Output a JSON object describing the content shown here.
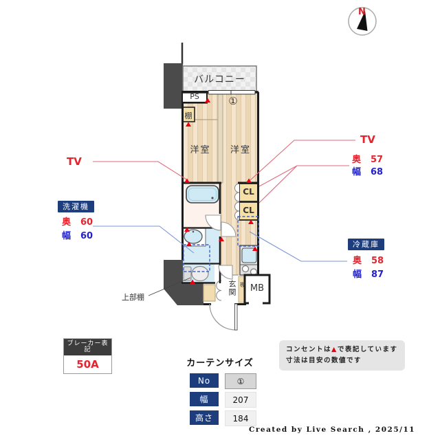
{
  "compass": {
    "north": "N"
  },
  "plan": {
    "balcony": "バルコニー",
    "pipe_space": "PS",
    "window_no": "①",
    "shelf_top": "棚",
    "room_left": "洋室",
    "room_right": "洋室",
    "closet_top": "CL",
    "closet_bottom": "CL",
    "entrance": "玄関",
    "entrance_shelf": "棚",
    "meter_box": "MB",
    "upper_shelf": "上部棚"
  },
  "annotations": {
    "tv_left": {
      "label": "TV"
    },
    "tv_right": {
      "label": "TV",
      "depth_label": "奥",
      "depth": "57",
      "width_label": "幅",
      "width": "68"
    },
    "washer": {
      "title": "洗濯機",
      "depth_label": "奥",
      "depth": "60",
      "width_label": "幅",
      "width": "60"
    },
    "fridge": {
      "title": "冷蔵庫",
      "depth_label": "奥",
      "depth": "58",
      "width_label": "幅",
      "width": "87"
    }
  },
  "breaker": {
    "title": "ブレーカー表記",
    "value": "50A"
  },
  "curtain": {
    "title": "カーテンサイズ",
    "rows": [
      {
        "label": "No",
        "value": "①"
      },
      {
        "label": "幅",
        "value": "207"
      },
      {
        "label": "高さ",
        "value": "184"
      }
    ]
  },
  "notes": {
    "line1_pre": "コンセントは",
    "marker": "▲",
    "line1_post": "で表記しています",
    "line2": "寸法は目安の数値です"
  },
  "credit": "Created by Live Search , 2025/11",
  "colors": {
    "navy": "#1d3d7d",
    "label_red": "#e8232e",
    "label_blue": "#2222cc",
    "outlet_red": "#e60012",
    "wall_dark": "#1c1c1c",
    "neighbor_gray": "#4b4b4b",
    "wood_floor": "#f3e3c9",
    "wet_floor_blue": "#d5ecf7",
    "closet_tan": "#f7e0a6"
  }
}
